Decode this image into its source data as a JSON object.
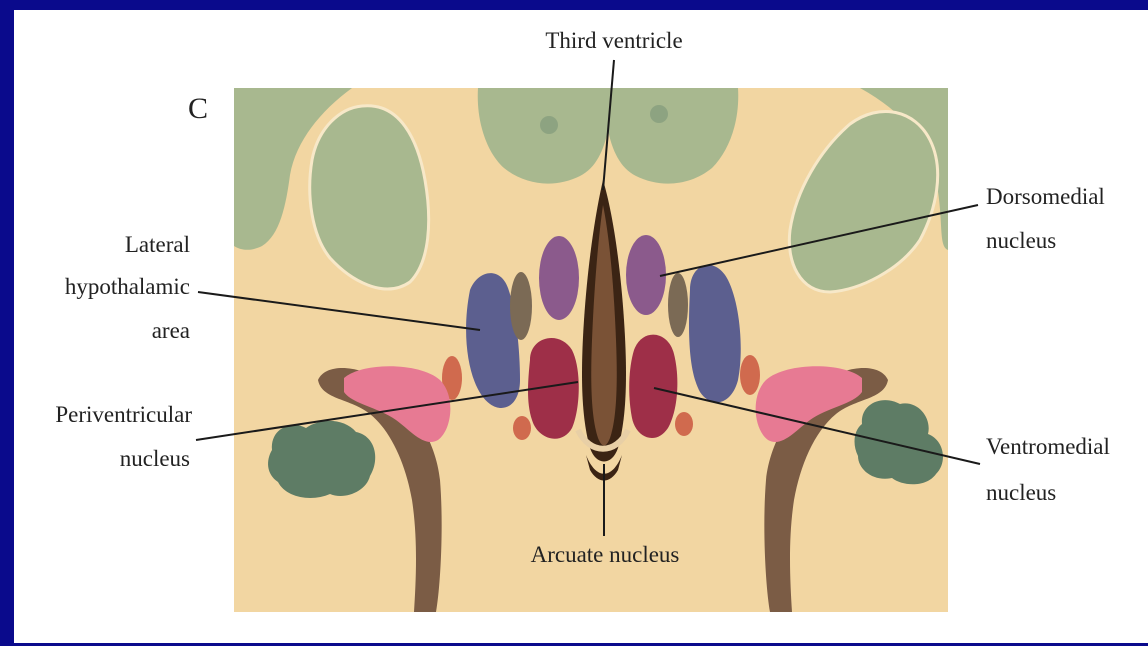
{
  "panel_letter": "C",
  "labels": {
    "third_ventricle": "Third ventricle",
    "dorsomedial": [
      "Dorsomedial",
      "nucleus"
    ],
    "lateral_hypothalamic": [
      "Lateral",
      "hypothalamic",
      "area"
    ],
    "periventricular": [
      "Periventricular",
      "nucleus"
    ],
    "ventromedial": [
      "Ventromedial",
      "nucleus"
    ],
    "arcuate": "Arcuate nucleus"
  },
  "colors": {
    "frame": "#0a0a8c",
    "tissue": "#f2d6a2",
    "gray_green": "#a8b88f",
    "dorsomedial": "#8b5a8c",
    "lateral": "#5c5f8f",
    "ventromedial": "#9e2f48",
    "periventricular": "#e77a93",
    "optic_tract": "#7b5c45",
    "dark_green": "#5e7c65",
    "ventricle": "#3b2414"
  }
}
